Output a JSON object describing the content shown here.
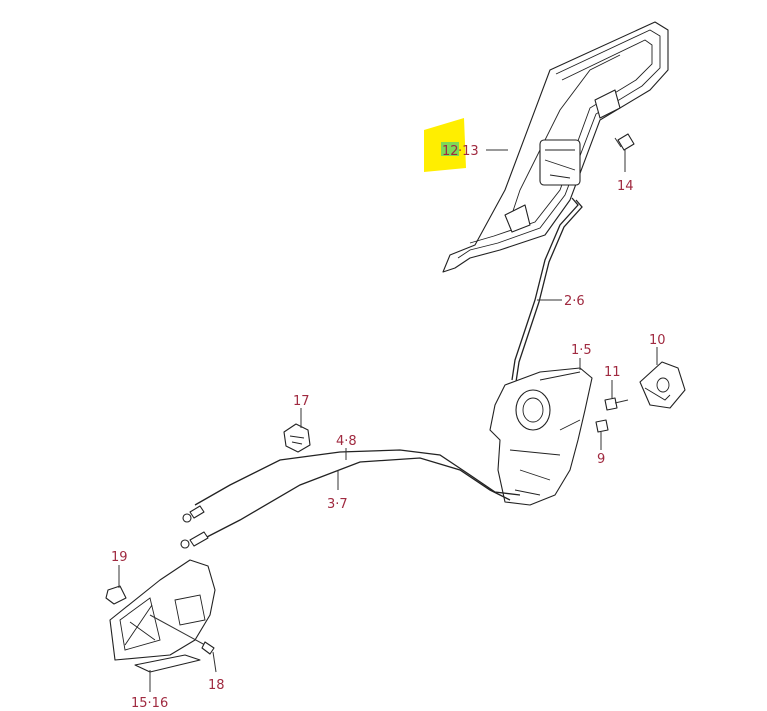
{
  "diagram": {
    "title": "Door lock and window regulator parts diagram",
    "highlight_color": "#ffee00",
    "highlight_text_color": "#7ed957",
    "label_color": "#a02a40",
    "labels": {
      "regulator_highlight": "12",
      "regulator_rest": "·13",
      "screw_top": "14",
      "rod": "2·6",
      "latch": "1·5",
      "striker": "10",
      "striker_bolt": "11",
      "latch_screw": "9",
      "clip": "17",
      "cable_upper": "4·8",
      "cable_lower": "3·7",
      "cap": "19",
      "handle_screw": "18",
      "inner_handle": "15·16"
    }
  }
}
